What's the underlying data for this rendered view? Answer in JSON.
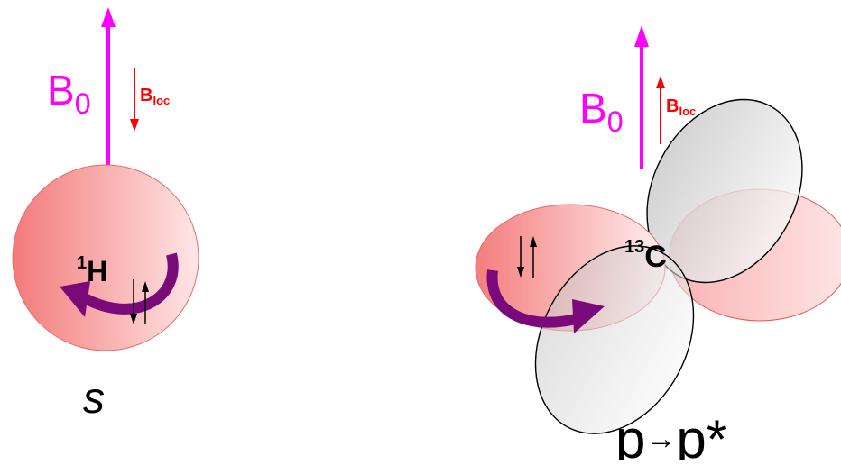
{
  "left_panel": {
    "field_label": {
      "main": "B",
      "sub": "0"
    },
    "local_field_label": {
      "main": "B",
      "sub": "loc"
    },
    "local_field_direction": "opposing",
    "nucleus_label": {
      "sup": "1",
      "main": "H"
    },
    "orbital_label": "s"
  },
  "right_panel": {
    "field_label": {
      "main": "B",
      "sub": "0"
    },
    "local_field_label": {
      "main": "B",
      "sub": "loc"
    },
    "local_field_direction": "aligned",
    "nucleus_label": {
      "sup": "13",
      "main": "C"
    },
    "transition_label": {
      "from": "p",
      "arrow": "→",
      "to": "p*"
    }
  },
  "colors": {
    "external_field": "#ff00ff",
    "local_field": "#ff0000",
    "orbital_fill": "#f58080",
    "orbital_stroke": "#e06a6a",
    "antibonding_fill": "#d4d4d4",
    "circulation_arrow": "#7a0a7a",
    "text": "#000000"
  },
  "icons": {
    "external_field_arrow": "arrow-up-icon",
    "local_field_arrow_left": "arrow-down-icon",
    "local_field_arrow_right": "arrow-up-icon",
    "electron_spins": "spin-pair-icon",
    "circulation": "curved-arrow-icon"
  }
}
